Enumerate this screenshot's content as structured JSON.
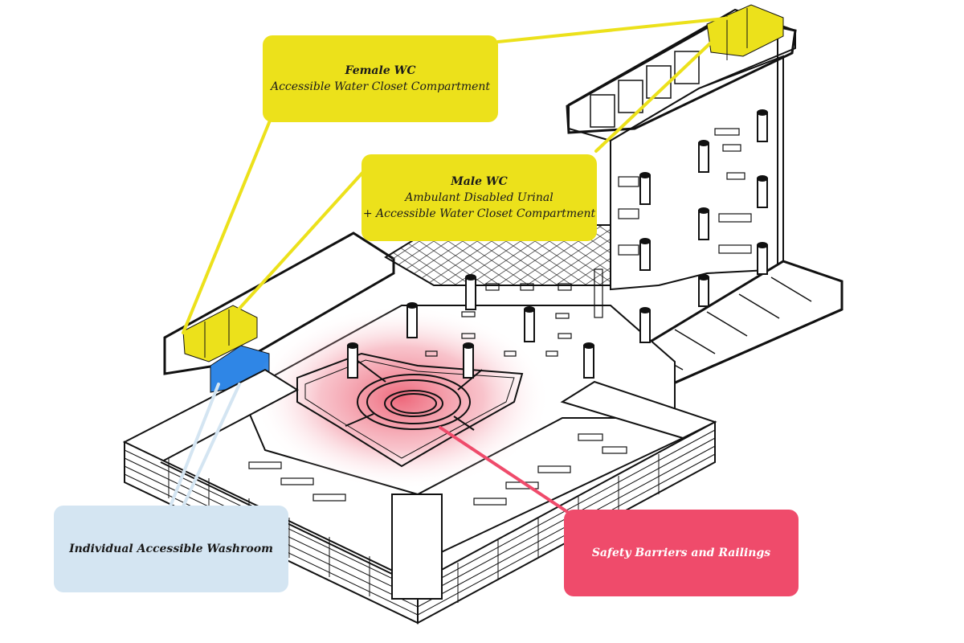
{
  "colors": {
    "wc_yellow": "#ece11b",
    "washroom_blue": "#d4e5f2",
    "washroom_fill": "#2f86e6",
    "safety_red": "#ef4b6b",
    "line": "#111111"
  },
  "callouts": {
    "female_wc": {
      "title": "Female WC",
      "subtitle": "Accessible Water Closet Compartment"
    },
    "male_wc": {
      "title": "Male WC",
      "line1": "Ambulant Disabled Urinal",
      "line2": "+ Accessible Water Closet Compartment"
    },
    "washroom": {
      "title": "Individual Accessible Washroom"
    },
    "safety": {
      "title": "Safety Barriers and Railings"
    }
  }
}
